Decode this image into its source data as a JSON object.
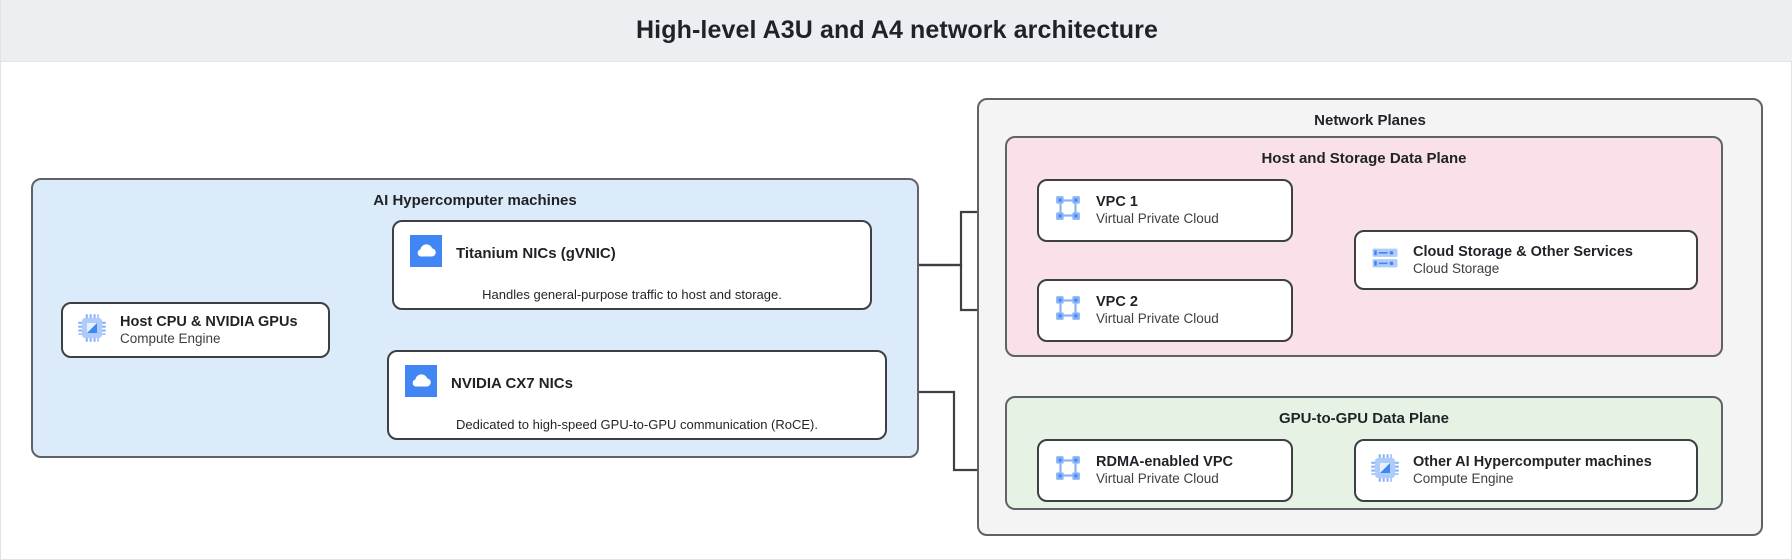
{
  "header": {
    "title": "High-level A3U and A4 network architecture"
  },
  "colors": {
    "header_band": "#eceff1",
    "machines_panel": "#dcebfa",
    "network_planes_panel": "#f4f4f4",
    "host_storage_plane": "#fae0e8",
    "gpu_plane": "#e6f2e4",
    "icon_blue": "#4285f4",
    "icon_blue_light": "#8ab4f8",
    "border": "#3c4043",
    "arrow": "#3c4043"
  },
  "machines_panel": {
    "title": "AI Hypercomputer machines",
    "host_node": {
      "title": "Host CPU & NVIDIA GPUs",
      "subtitle": "Compute Engine",
      "icon": "cpu-chip-icon"
    },
    "nic_cards": [
      {
        "title": "Titanium NICs (gVNIC)",
        "caption": "Handles general-purpose traffic to host and storage.",
        "icon": "cloud-icon"
      },
      {
        "title": "NVIDIA CX7 NICs",
        "caption": "Dedicated to high-speed GPU-to-GPU communication (RoCE).",
        "icon": "cloud-icon"
      }
    ]
  },
  "network_planes": {
    "title": "Network Planes",
    "host_storage_plane": {
      "title": "Host and Storage Data Plane",
      "nodes": [
        {
          "title": "VPC 1",
          "subtitle": "Virtual Private Cloud",
          "icon": "vpc-icon"
        },
        {
          "title": "VPC 2",
          "subtitle": "Virtual Private Cloud",
          "icon": "vpc-icon"
        },
        {
          "title": "Cloud Storage & Other Services",
          "subtitle": "Cloud Storage",
          "icon": "cloud-storage-icon"
        }
      ]
    },
    "gpu_plane": {
      "title": "GPU-to-GPU Data Plane",
      "nodes": [
        {
          "title": "RDMA-enabled VPC",
          "subtitle": "Virtual Private Cloud",
          "icon": "vpc-icon"
        },
        {
          "title": "Other AI Hypercomputer machines",
          "subtitle": "Compute Engine",
          "icon": "cpu-chip-icon"
        }
      ]
    }
  }
}
